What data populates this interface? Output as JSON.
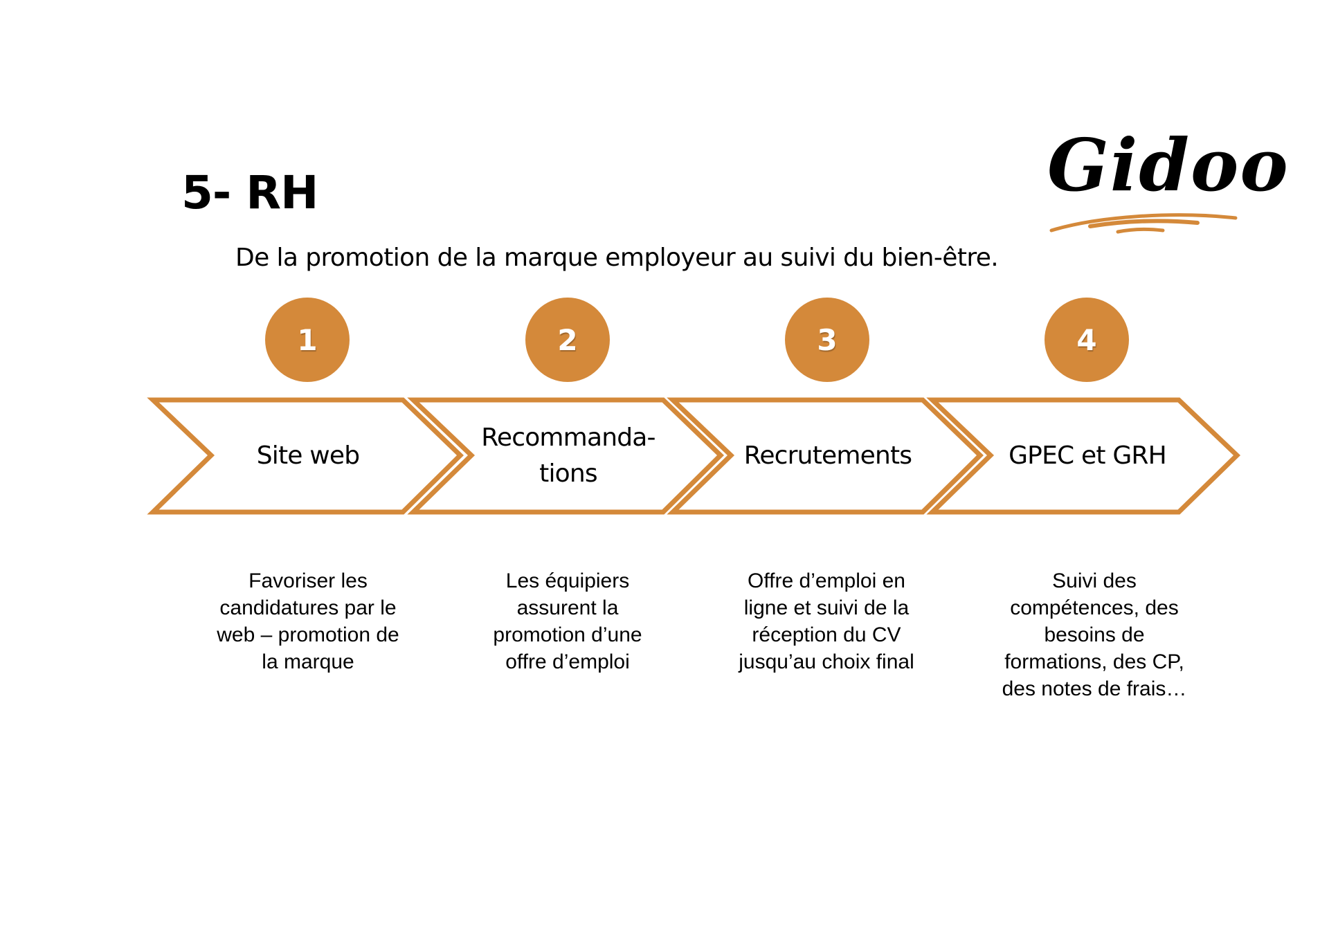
{
  "slide": {
    "title": "5- RH",
    "subtitle": "De la promotion de la marque employeur au suivi du bien-être.",
    "logo": {
      "text": "Gidoo",
      "accent_color": "#D4893A"
    }
  },
  "colors": {
    "accent": "#D4893A",
    "text": "#000000",
    "background": "#FFFFFF"
  },
  "steps": [
    {
      "number": "1",
      "label": "Site web",
      "description": "Favoriser les\ncandidatures par le\nweb – promotion de\nla marque"
    },
    {
      "number": "2",
      "label": "Recommanda-\ntions",
      "description": "Les équipiers\nassurent la\npromotion d’une\noffre d’emploi"
    },
    {
      "number": "3",
      "label": "Recrutements",
      "description": "Offre d’emploi en\nligne et suivi de la\nréception du CV\njusqu’au choix final"
    },
    {
      "number": "4",
      "label": "GPEC et GRH",
      "description": "Suivi des\ncompétences, des\nbesoins de\nformations, des CP,\ndes notes de frais…"
    }
  ]
}
